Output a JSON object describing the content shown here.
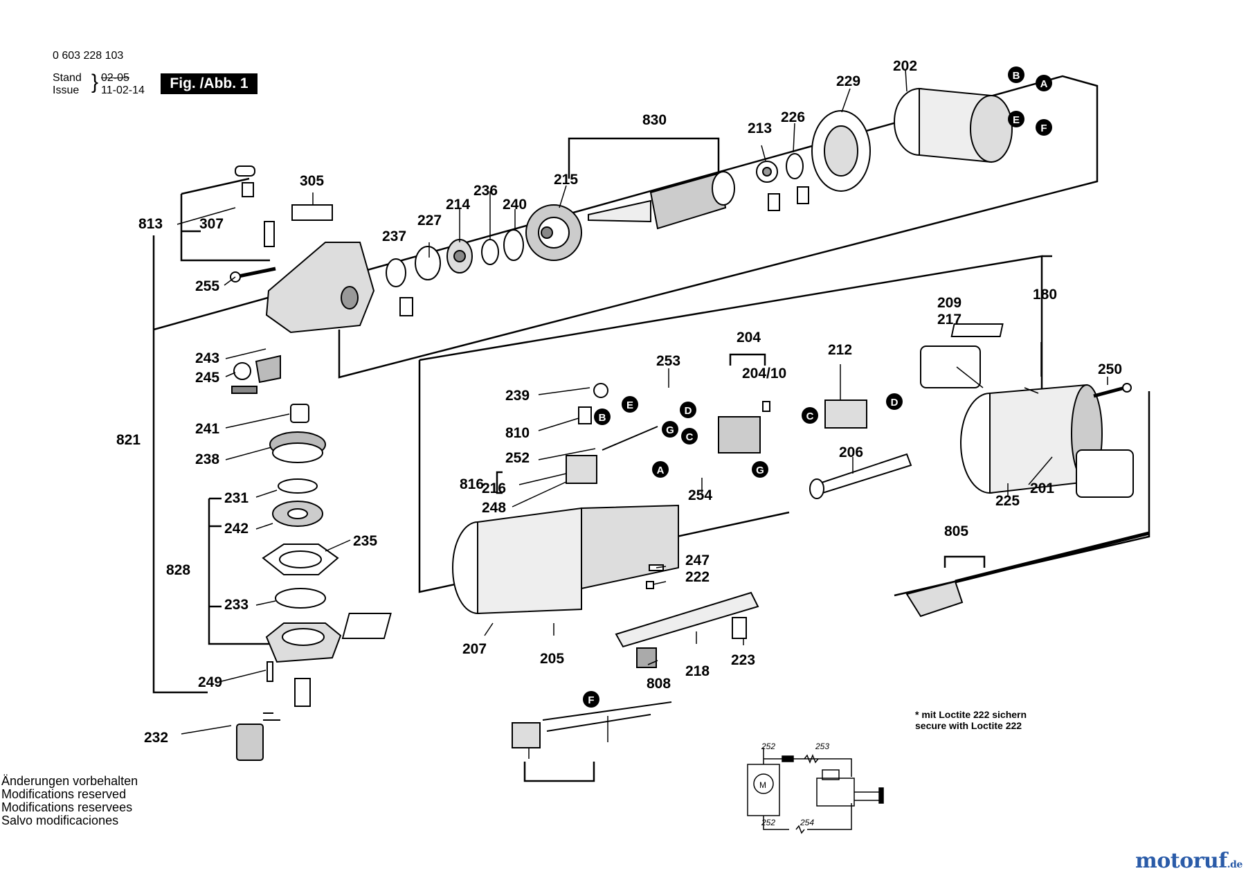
{
  "header": {
    "doc_number": "0 603 228 103",
    "stand_label": "Stand",
    "issue_label": "Issue",
    "date_old": "02-05",
    "date_new": "11-02-14",
    "figure_label": "Fig. /Abb. 1"
  },
  "notes": [
    "Änderungen vorbehalten",
    "Modifications reserved",
    "Modifications reservees",
    "Salvo modificaciones"
  ],
  "loctite": {
    "star": "*",
    "line1": "mit Loctite 222 sichern",
    "line2": "secure with Loctite 222"
  },
  "schematic_labels": [
    "252",
    "253",
    "252",
    "254"
  ],
  "motor_symbol": "M",
  "connector_letters": [
    "A",
    "B",
    "C",
    "D",
    "E",
    "F",
    "G"
  ],
  "part_numbers": [
    "813",
    "307",
    "255",
    "305",
    "237",
    "227",
    "214",
    "236",
    "240",
    "215",
    "830",
    "213",
    "226",
    "229",
    "202",
    "243",
    "245",
    "241",
    "238",
    "231",
    "242",
    "235",
    "828",
    "233",
    "249",
    "232",
    "821",
    "239",
    "810",
    "252",
    "816",
    "216",
    "248",
    "253",
    "204",
    "204/10",
    "212",
    "254",
    "206",
    "209",
    "217",
    "180",
    "250",
    "225",
    "201",
    "207",
    "247",
    "222",
    "218",
    "223",
    "808",
    "205",
    "805"
  ],
  "logo": {
    "main": "motoruf",
    "tld": ".de"
  }
}
